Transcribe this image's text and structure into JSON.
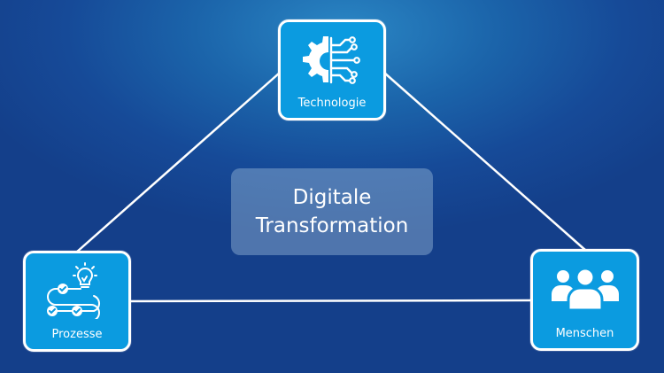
{
  "diagram": {
    "center": {
      "line1": "Digitale",
      "line2": "Transformation"
    },
    "nodes": {
      "technology": {
        "label": "Technologie",
        "icon": "gear-circuit-icon"
      },
      "processes": {
        "label": "Prozesse",
        "icon": "process-checklist-lightbulb-icon"
      },
      "people": {
        "label": "Menschen",
        "icon": "people-group-icon"
      }
    },
    "connections": [
      [
        "technology",
        "processes"
      ],
      [
        "technology",
        "people"
      ],
      [
        "processes",
        "people"
      ]
    ]
  },
  "colors": {
    "background": "#164a98",
    "node_fill": "#0b9be0",
    "node_border": "#ffffff",
    "center_fill": "#96b9d7",
    "text": "#ffffff"
  }
}
